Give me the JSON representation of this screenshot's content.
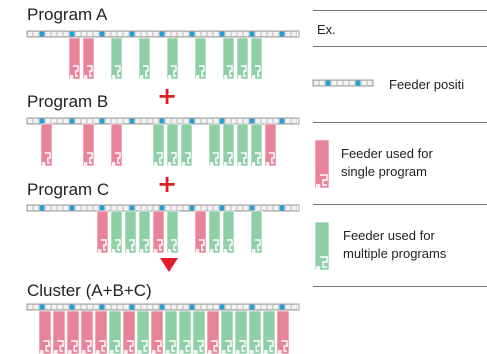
{
  "programs": [
    {
      "label": "Program A"
    },
    {
      "label": "Program B"
    },
    {
      "label": "Program C"
    }
  ],
  "cluster": {
    "label": "Cluster (A+B+C)"
  },
  "operators": {
    "plus": "+"
  },
  "legend": {
    "example_label": "Ex.",
    "feeder_position": "Feeder positi",
    "single_line1": "Feeder used for",
    "single_line2": "single program",
    "multiple_line1": "Feeder used for",
    "multiple_line2": "multiple programs"
  },
  "colors": {
    "single": "#e8849a",
    "multiple": "#8fcfa6",
    "position_marker": "#1fa0d8",
    "plus": "#e41d2b",
    "arrow": "#e41d2b"
  },
  "rows": {
    "A": "...SS.M.M.M.M.MMM..",
    "B": ".S..S.S..MMM.MMMMS.",
    "C": ".....SMMMSM.SMM.M..",
    "cluster": "SSSSSMSMSMMMSMMMMS."
  }
}
